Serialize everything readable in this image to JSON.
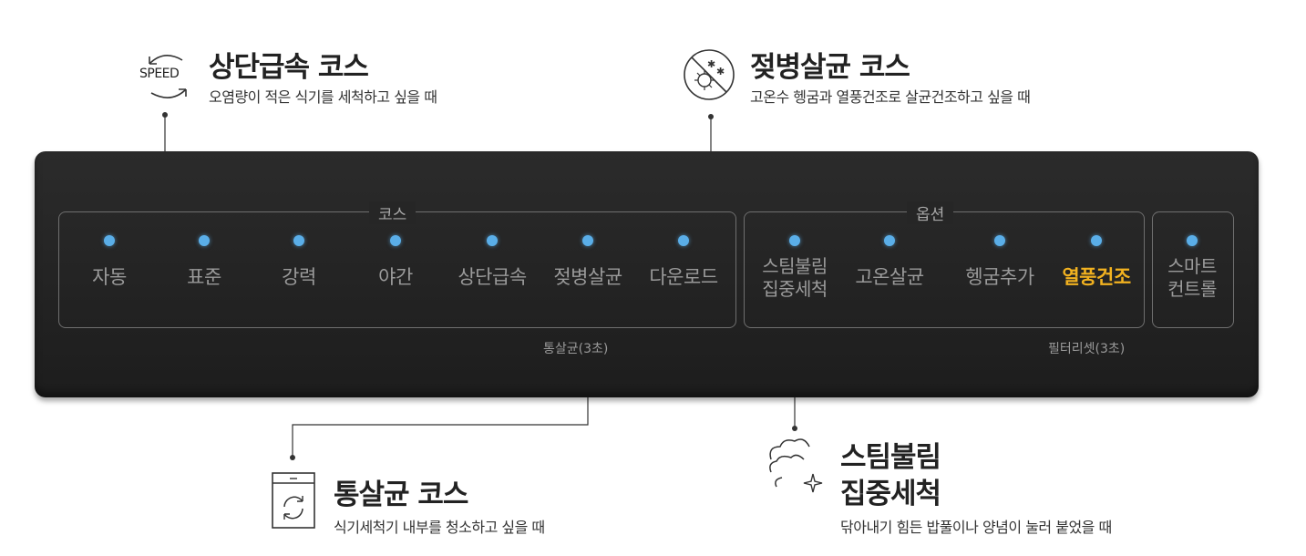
{
  "callouts": {
    "speed": {
      "icon_label": "SPEED",
      "title": "상단급속 코스",
      "desc": "오염량이 적은 식기를 세척하고 싶을 때"
    },
    "sterilize": {
      "title": "젖병살균 코스",
      "desc": "고온수 헹굼과 열풍건조로 살균건조하고 싶을 때"
    },
    "tub": {
      "title": "통살균 코스",
      "desc": "식기세척기 내부를 청소하고 싶을 때"
    },
    "steam": {
      "title_line1": "스팀불림",
      "title_line2": "집중세척",
      "desc": "닦아내기 힘든 밥풀이나 양념이 눌러 붙었을 때"
    }
  },
  "panel": {
    "course_group_label": "코스",
    "option_group_label": "옵션",
    "courses": [
      "자동",
      "표준",
      "강력",
      "야간",
      "상단급속",
      "젖병살균",
      "다운로드"
    ],
    "options": [
      {
        "line1": "스팀불림",
        "line2": "집중세척"
      },
      {
        "line1": "고온살균",
        "line2": ""
      },
      {
        "line1": "헹굼추가",
        "line2": ""
      },
      {
        "line1": "열풍건조",
        "line2": ""
      }
    ],
    "smart": {
      "line1": "스마트",
      "line2": "컨트롤"
    },
    "course_sub": "통살균(3초)",
    "option_sub": "필터리셋(3초)"
  },
  "colors": {
    "led": "#5aaee8",
    "active_text": "#f2b220",
    "panel_bg": "#222222"
  }
}
